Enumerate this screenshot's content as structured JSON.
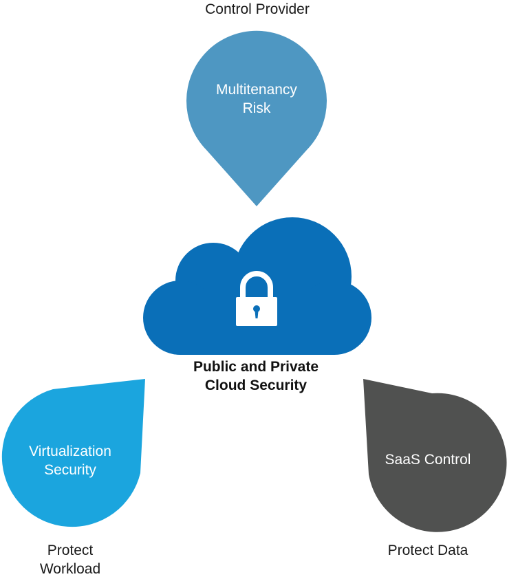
{
  "diagram": {
    "center": {
      "title_line1": "Public and Private",
      "title_line2": "Cloud Security",
      "icon": "lock-icon"
    },
    "top": {
      "caption": "Control Provider",
      "inner_line1": "Multitenancy",
      "inner_line2": "Risk"
    },
    "left": {
      "inner_line1": "Virtualization",
      "inner_line2": "Security",
      "caption_line1": "Protect",
      "caption_line2": "Workload"
    },
    "right": {
      "inner": "SaaS Control",
      "caption": "Protect Data"
    },
    "colors": {
      "cloud": "#0a6fb8",
      "top_drop": "#4e97c2",
      "left_drop": "#1ba5de",
      "right_drop": "#505150",
      "lock": "#ffffff"
    }
  }
}
